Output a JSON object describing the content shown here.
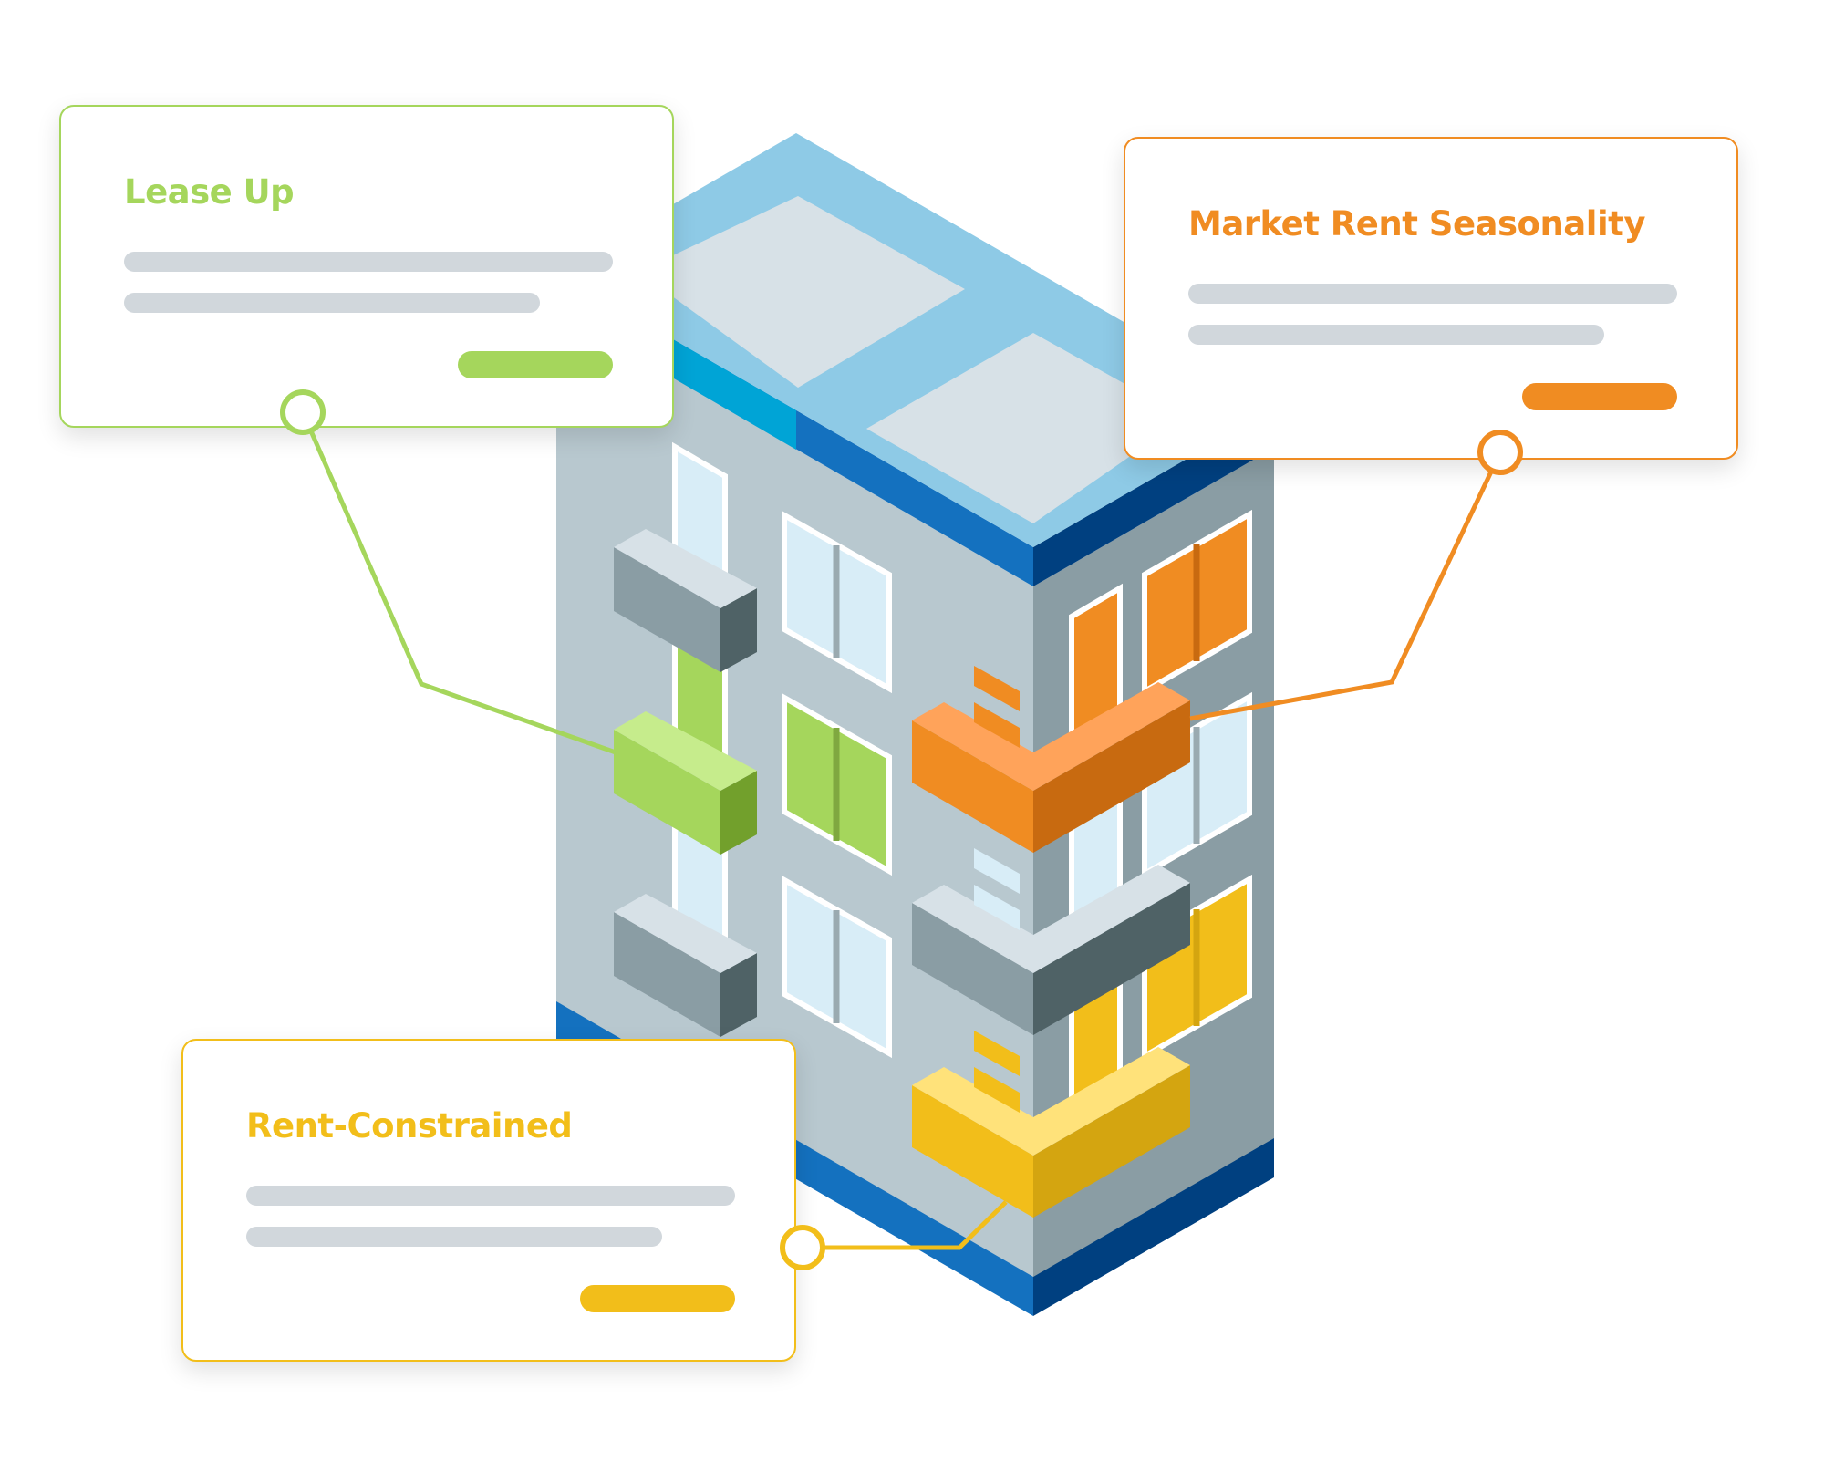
{
  "cards": {
    "lease_up": {
      "title": "Lease Up",
      "color": "#a5d65c"
    },
    "market_rent": {
      "title": "Market Rent Seasonality",
      "color": "#f08c22"
    },
    "rent_constrained": {
      "title": "Rent-Constrained",
      "color": "#f2be1a"
    }
  },
  "colors": {
    "roof": "#8ecae6",
    "roof_panel": "#d7e1e7",
    "wall_left": "#b8c8cf",
    "wall_right": "#8a9da4",
    "base_blue": "#1471bf",
    "base_dark": "#004080",
    "window": "#d8edf7",
    "balcony_gray": "#8a9da4",
    "balcony_dark": "#4f6266"
  }
}
